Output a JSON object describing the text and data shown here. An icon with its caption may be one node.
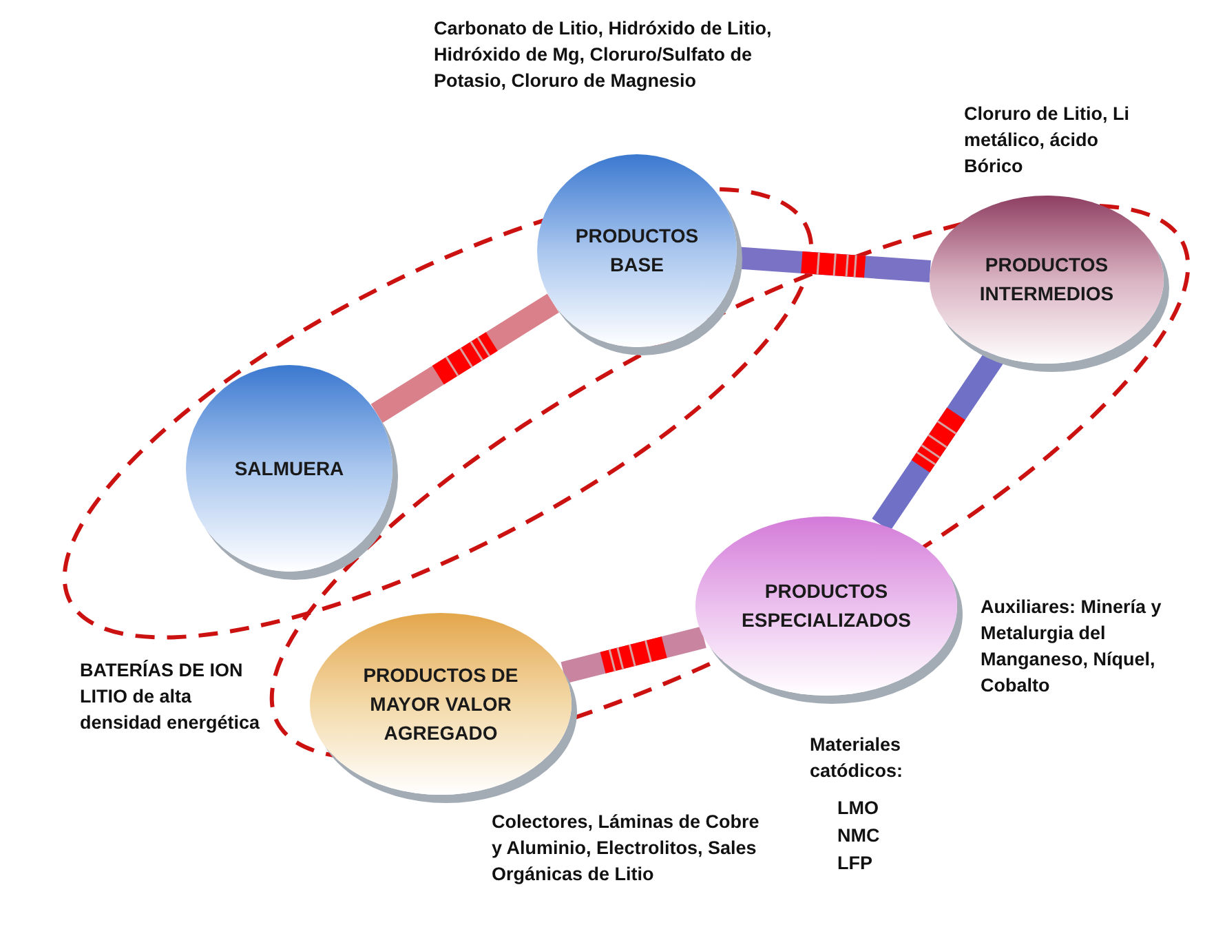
{
  "diagram": {
    "nodes": [
      {
        "text": [
          "SALMUERA"
        ]
      },
      {
        "text": [
          "PRODUCTOS BASE"
        ],
        "beside": [
          "Carbonato de Litio, Hidróxido de Litio, Hidróxido de Mg, Cloruro/Sulfato de Potasio, Cloruro de Magnesio"
        ]
      },
      {
        "text": [
          "PRODUCTOS INTERMEDIOS"
        ],
        "beside": [
          "Cloruro de Litio, Li metálico, ácido Bórico"
        ]
      },
      {
        "text": [
          "PRODUCTOS ESPECIALIZADOS"
        ],
        "beside": [
          "Auxiliares: Minería y Metalurgia del Manganeso, Níquel, Cobalto",
          "Materiales catódicos:",
          "LMO",
          "NMC",
          "LFP"
        ]
      },
      {
        "text": [
          "PRODUCTOS DE MAYOR VALOR AGREGADO"
        ],
        "beside": [
          "Colectores, Láminas de Cobre y Aluminio, Electrolitos, Sales Orgánicas de Litio",
          "BATERÍAS DE ION LITIO de alta densidad energética"
        ]
      }
    ],
    "edges": [
      {
        "from": 0,
        "to": 1,
        "arrow": "none",
        "color": "#d9808a"
      },
      {
        "from": 1,
        "to": 2,
        "arrow": "none",
        "color": "#7a72c4"
      },
      {
        "from": 2,
        "to": 3,
        "arrow": "none",
        "color": "#6f70c6"
      },
      {
        "from": 3,
        "to": 4,
        "arrow": "none",
        "color": "#c985a0"
      }
    ]
  }
}
